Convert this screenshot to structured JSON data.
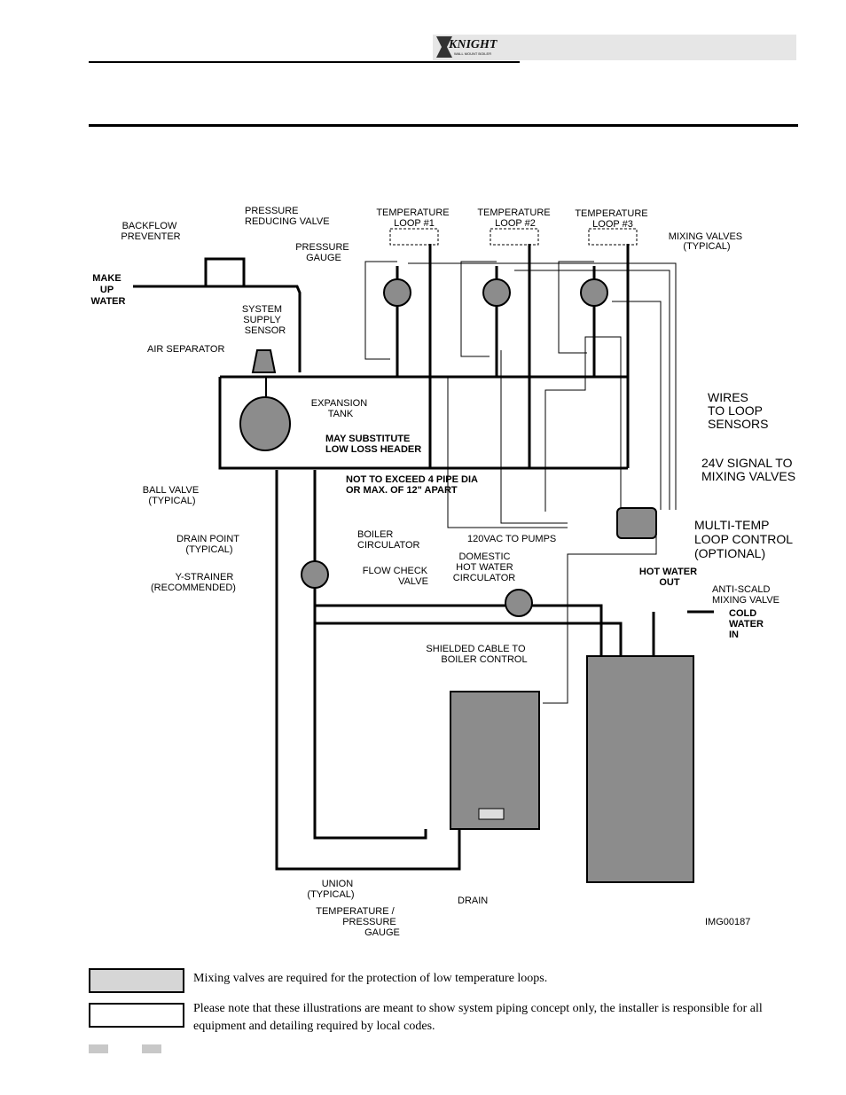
{
  "header": {
    "logo_text": "KNIGHT",
    "logo_subtext": "WALL MOUNT BOILER"
  },
  "diagram": {
    "labels": {
      "make_up_water": [
        "MAKE",
        "UP",
        "WATER"
      ],
      "backflow_preventer": [
        "BACKFLOW",
        "PREVENTER"
      ],
      "pressure_reducing_valve": [
        "PRESSURE",
        "REDUCING VALVE"
      ],
      "pressure_gauge": [
        "PRESSURE",
        "GAUGE"
      ],
      "system_supply_sensor": [
        "SYSTEM",
        "SUPPLY",
        "SENSOR"
      ],
      "air_separator": "AIR SEPARATOR",
      "expansion_tank": [
        "EXPANSION",
        "TANK"
      ],
      "may_substitute": [
        "MAY SUBSTITUTE",
        "LOW LOSS HEADER"
      ],
      "not_to_exceed": [
        "NOT TO EXCEED 4  PIPE DIA",
        "OR MAX. OF 12\" APART"
      ],
      "ball_valve": [
        "BALL VALVE",
        "(TYPICAL)"
      ],
      "drain_point": [
        "DRAIN POINT",
        "(TYPICAL)"
      ],
      "y_strainer": [
        "Y-STRAINER",
        "(RECOMMENDED)"
      ],
      "boiler_circulator": [
        "BOILER",
        "CIRCULATOR"
      ],
      "loop1": [
        "TEMPERATURE",
        "LOOP #1"
      ],
      "loop2": [
        "TEMPERATURE",
        "LOOP #2"
      ],
      "loop3": [
        "TEMPERATURE",
        "LOOP #3"
      ],
      "mixing_valves": [
        "MIXING VALVES",
        "(TYPICAL)"
      ],
      "wires": [
        "WIRES",
        "TO LOOP",
        "SENSORS"
      ],
      "signal": [
        "24V SIGNAL TO",
        "MIXING VALVES"
      ],
      "multitemp": [
        "MULTI-TEMP",
        "LOOP CONTROL",
        "(OPTIONAL)"
      ],
      "vac_to_pumps": "120VAC TO PUMPS",
      "domestic_hw_circ": [
        "DOMESTIC",
        "HOT WATER",
        "CIRCULATOR"
      ],
      "flow_check": [
        "FLOW CHECK",
        "VALVE"
      ],
      "hot_water_out": [
        "HOT  WATER",
        "OUT"
      ],
      "anti_scald": [
        "ANTI-SCALD",
        "MIXING VALVE"
      ],
      "cold_water_in": [
        "COLD",
        "WATER",
        "IN"
      ],
      "shielded_cable": [
        "SHIELDED CABLE TO",
        "BOILER CONTROL"
      ],
      "union": [
        "UNION",
        "(TYPICAL)"
      ],
      "temp_pressure_gauge": [
        "TEMPERATURE /",
        "PRESSURE",
        "GAUGE"
      ],
      "drain": "DRAIN",
      "image_id": "IMG00187"
    }
  },
  "notes": [
    {
      "text": "Mixing valves are required for the protection of low temperature loops."
    },
    {
      "text": "Please note that these illustrations are meant to show system piping concept only, the installer is responsible for all equipment and detailing required by local codes."
    }
  ],
  "colors": {
    "header_bar": "#e6e6e6",
    "note_box_shaded": "#d6d6d6",
    "equipment_gray": "#8c8c8c"
  }
}
